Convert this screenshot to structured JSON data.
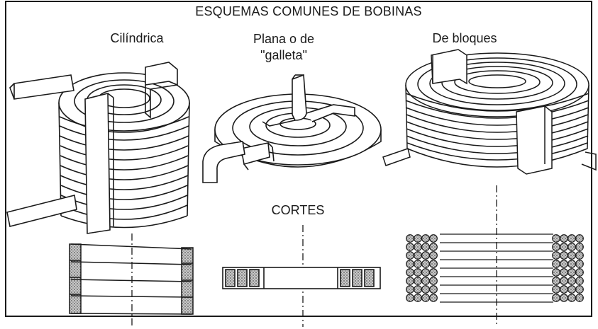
{
  "title": "ESQUEMAS COMUNES DE BOBINAS",
  "types": {
    "cilindrica": "Cilíndrica",
    "plana_line1": "Plana o de",
    "plana_line2": "\"galleta\"",
    "bloques": "De bloques"
  },
  "section_label": "CORTES",
  "colors": {
    "ink": "#1a1a1a",
    "background": "#ffffff",
    "stipple": "#6e6e6e"
  }
}
